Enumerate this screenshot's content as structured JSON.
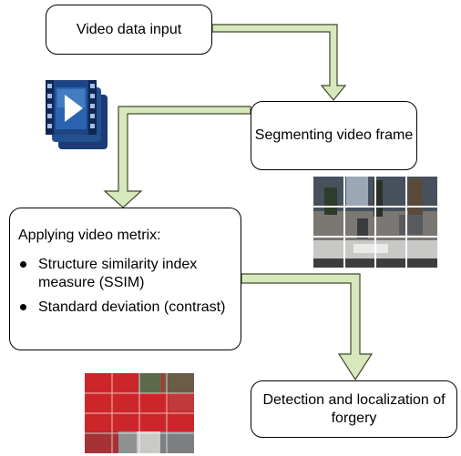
{
  "steps": {
    "input": {
      "label": "Video data input"
    },
    "segment": {
      "label": "Segmenting video frame"
    },
    "metrics": {
      "title": "Applying video metrix:",
      "items": [
        "Structure similarity index measure (SSIM)",
        "Standard deviation (contrast)"
      ]
    },
    "detect": {
      "label": "Detection and localization of forgery"
    }
  },
  "icons": {
    "video_file": "video-film-icon",
    "segmented_frame": "segmented-frame-grid-image",
    "forgery_map": "forgery-heatmap-image"
  },
  "colors": {
    "arrow_fill": "#d8e8bd",
    "arrow_stroke": "#3f4a2c",
    "box_border": "#000000",
    "film_blue": "#2b63b0",
    "forgery_red": "#d8262a"
  }
}
